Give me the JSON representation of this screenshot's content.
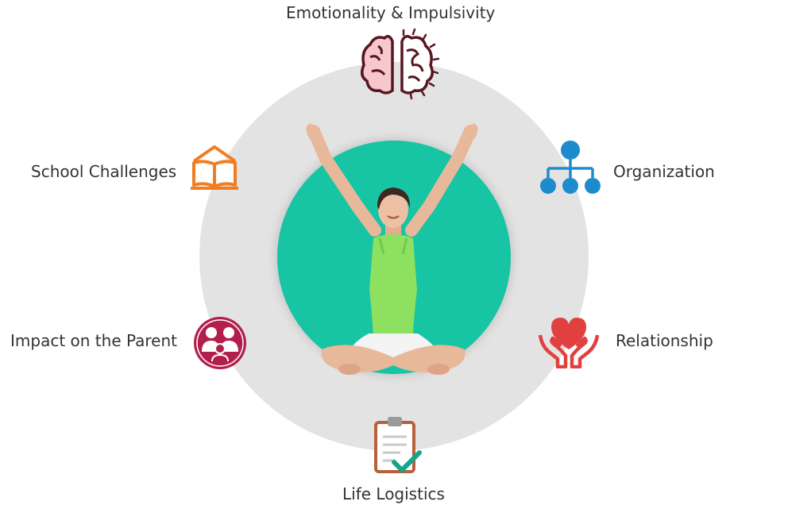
{
  "diagram": {
    "items": [
      {
        "label": "Emotionality & Impulsivity",
        "icon": "brain-icon",
        "color": "#6b1a26"
      },
      {
        "label": "Organization",
        "icon": "hierarchy-icon",
        "color": "#1c8ccc"
      },
      {
        "label": "Relationship",
        "icon": "heart-hands-icon",
        "color": "#e2403f"
      },
      {
        "label": "Life Logistics",
        "icon": "clipboard-check-icon",
        "color": "#b8603c"
      },
      {
        "label": "Impact on the Parent",
        "icon": "family-icon",
        "color": "#b21f4c"
      },
      {
        "label": "School Challenges",
        "icon": "open-book-icon",
        "color": "#f07d22"
      }
    ],
    "center_image": "person-meditating-arms-raised",
    "colors": {
      "ring": "#e3e3e3",
      "center": "#17c4a3"
    }
  }
}
